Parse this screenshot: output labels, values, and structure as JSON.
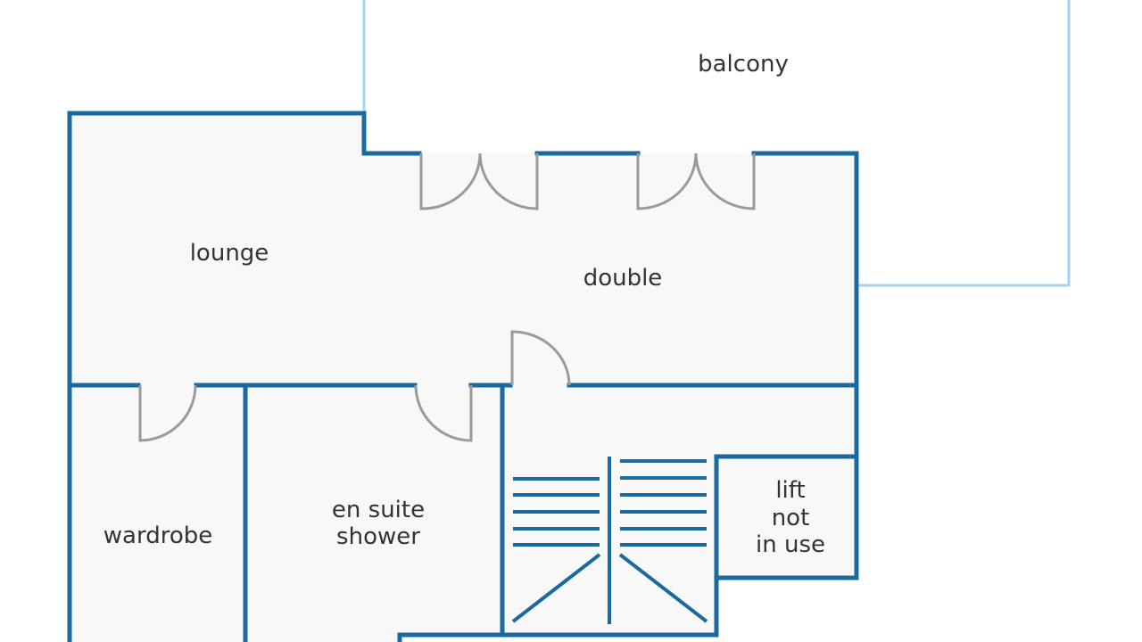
{
  "title": "Floor plan",
  "colors": {
    "wall": "#1a6aa0",
    "balcony_outline": "#a3d2ec",
    "floor": "#f8f8f8",
    "door": "#9a9a9a"
  },
  "rooms": {
    "balcony": "balcony",
    "lounge": "lounge",
    "double": "double",
    "wardrobe": "wardrobe",
    "ensuite_line1": "en suite",
    "ensuite_line2": "shower",
    "lift_line1": "lift",
    "lift_line2": "not",
    "lift_line3": "in use"
  }
}
